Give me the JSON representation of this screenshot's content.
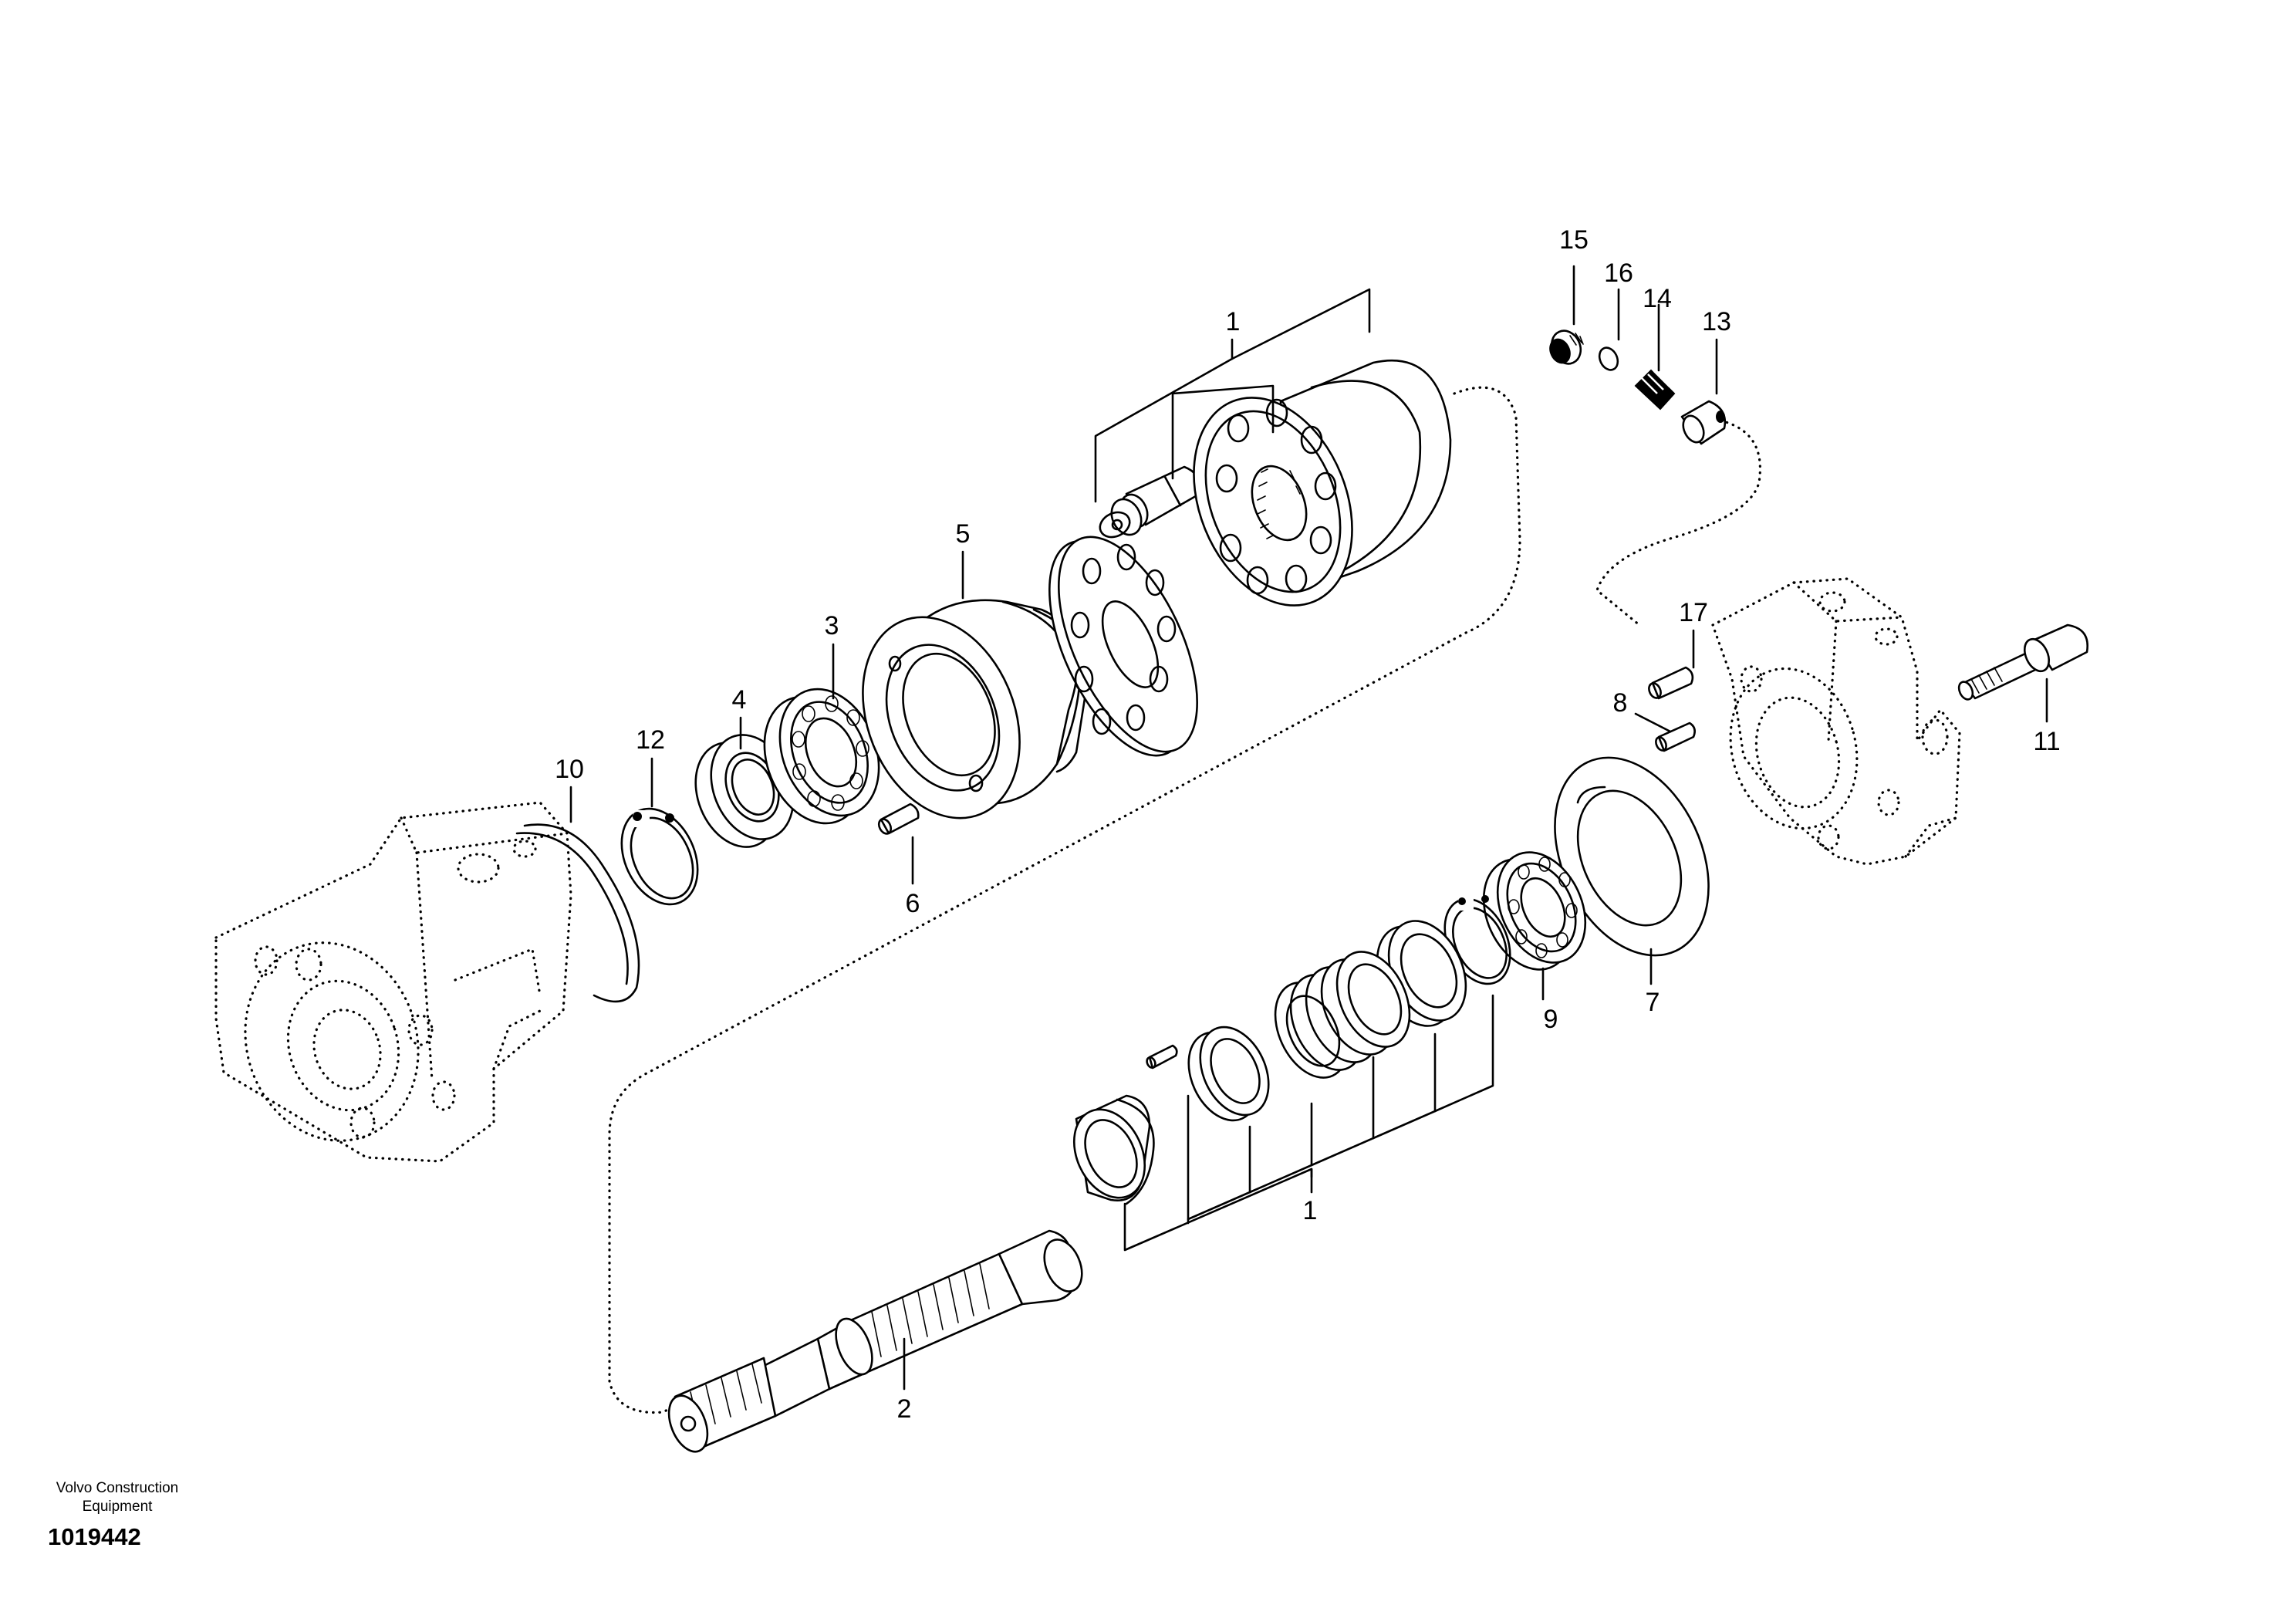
{
  "callouts": [
    {
      "id": "1-top",
      "text": "1"
    },
    {
      "id": "1-bottom",
      "text": "1"
    },
    {
      "id": "2",
      "text": "2"
    },
    {
      "id": "3",
      "text": "3"
    },
    {
      "id": "4",
      "text": "4"
    },
    {
      "id": "5",
      "text": "5"
    },
    {
      "id": "6",
      "text": "6"
    },
    {
      "id": "7",
      "text": "7"
    },
    {
      "id": "8",
      "text": "8"
    },
    {
      "id": "9",
      "text": "9"
    },
    {
      "id": "10",
      "text": "10"
    },
    {
      "id": "11",
      "text": "11"
    },
    {
      "id": "12",
      "text": "12"
    },
    {
      "id": "13",
      "text": "13"
    },
    {
      "id": "14",
      "text": "14"
    },
    {
      "id": "15",
      "text": "15"
    },
    {
      "id": "16",
      "text": "16"
    },
    {
      "id": "17",
      "text": "17"
    }
  ],
  "footer": {
    "brand_line1": "Volvo Construction",
    "brand_line2": "Equipment",
    "doc_number": "1019442"
  }
}
